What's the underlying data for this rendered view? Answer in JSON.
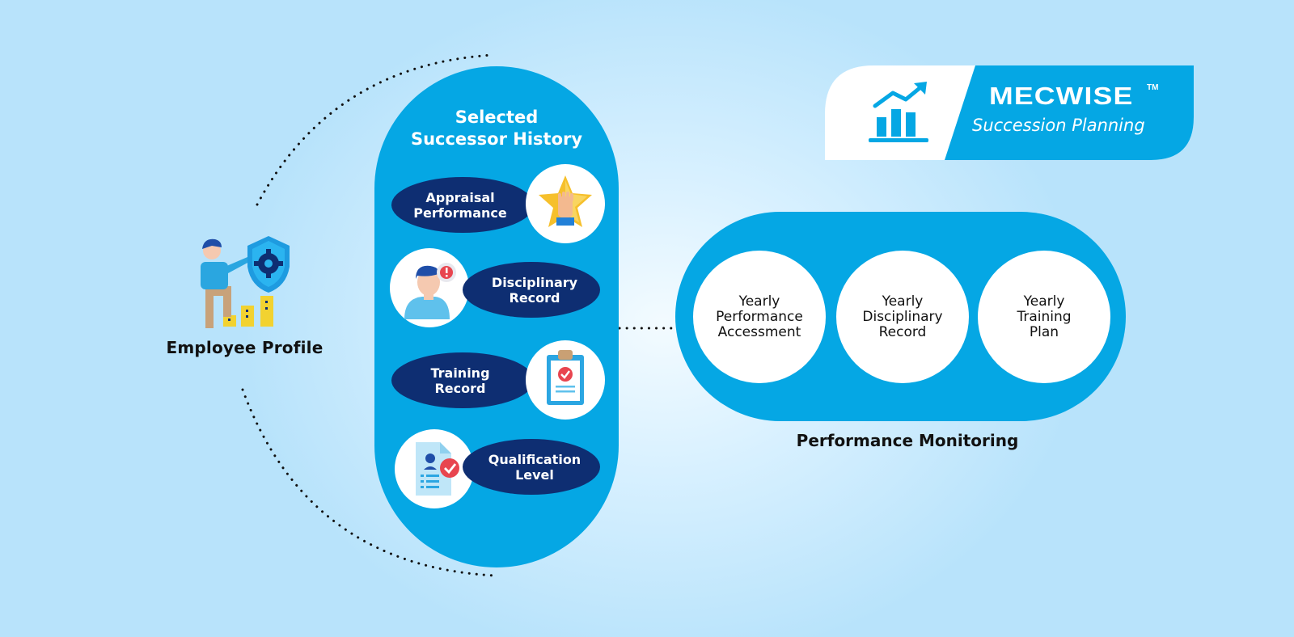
{
  "employee": {
    "label": "Employee Profile",
    "icon": "employee-shield-gear-icon"
  },
  "successor": {
    "title": "Selected\nSuccessor History",
    "items": [
      {
        "label": "Appraisal\nPerformance",
        "icon": "star-fist-icon"
      },
      {
        "label": "Disciplinary\nRecord",
        "icon": "person-alert-icon"
      },
      {
        "label": "Training\nRecord",
        "icon": "clipboard-check-icon"
      },
      {
        "label": "Qualification\nLevel",
        "icon": "document-check-icon"
      }
    ]
  },
  "monitoring": {
    "items": [
      "Yearly\nPerformance\nAccessment",
      "Yearly\nDisciplinary\nRecord",
      "Yearly\nTraining\nPlan"
    ],
    "label": "Performance Monitoring"
  },
  "brand": {
    "name": "MECWISE",
    "trademark": "TM",
    "product": "Succession Planning",
    "icon": "growth-chart-icon"
  },
  "colors": {
    "primary_blue": "#05a7e4",
    "navy": "#0e2e72",
    "white": "#ffffff",
    "text_dark": "#111111",
    "background_light": "#d7f0ff"
  }
}
